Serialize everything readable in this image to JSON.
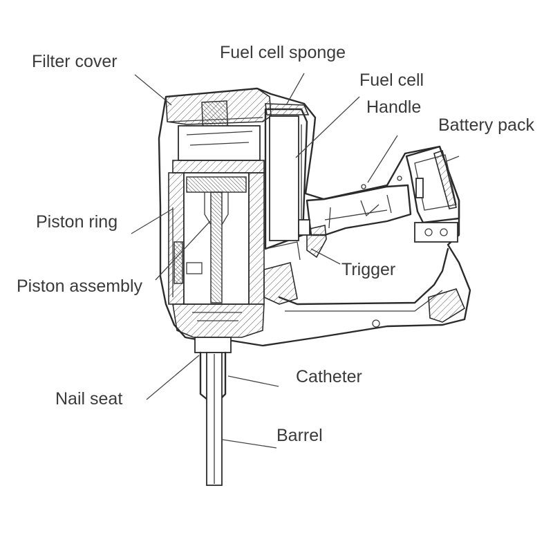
{
  "labels": {
    "filter_cover": "Filter cover",
    "fuel_cell_sponge": "Fuel cell sponge",
    "fuel_cell": "Fuel cell",
    "handle": "Handle",
    "battery_pack": "Battery pack",
    "piston_ring": "Piston ring",
    "piston_assembly": "Piston assembly",
    "trigger": "Trigger",
    "catheter": "Catheter",
    "nail_seat": "Nail seat",
    "barrel": "Barrel"
  },
  "colors": {
    "line": "#2b2b2b",
    "text": "#3a3a3a",
    "background": "#ffffff"
  }
}
